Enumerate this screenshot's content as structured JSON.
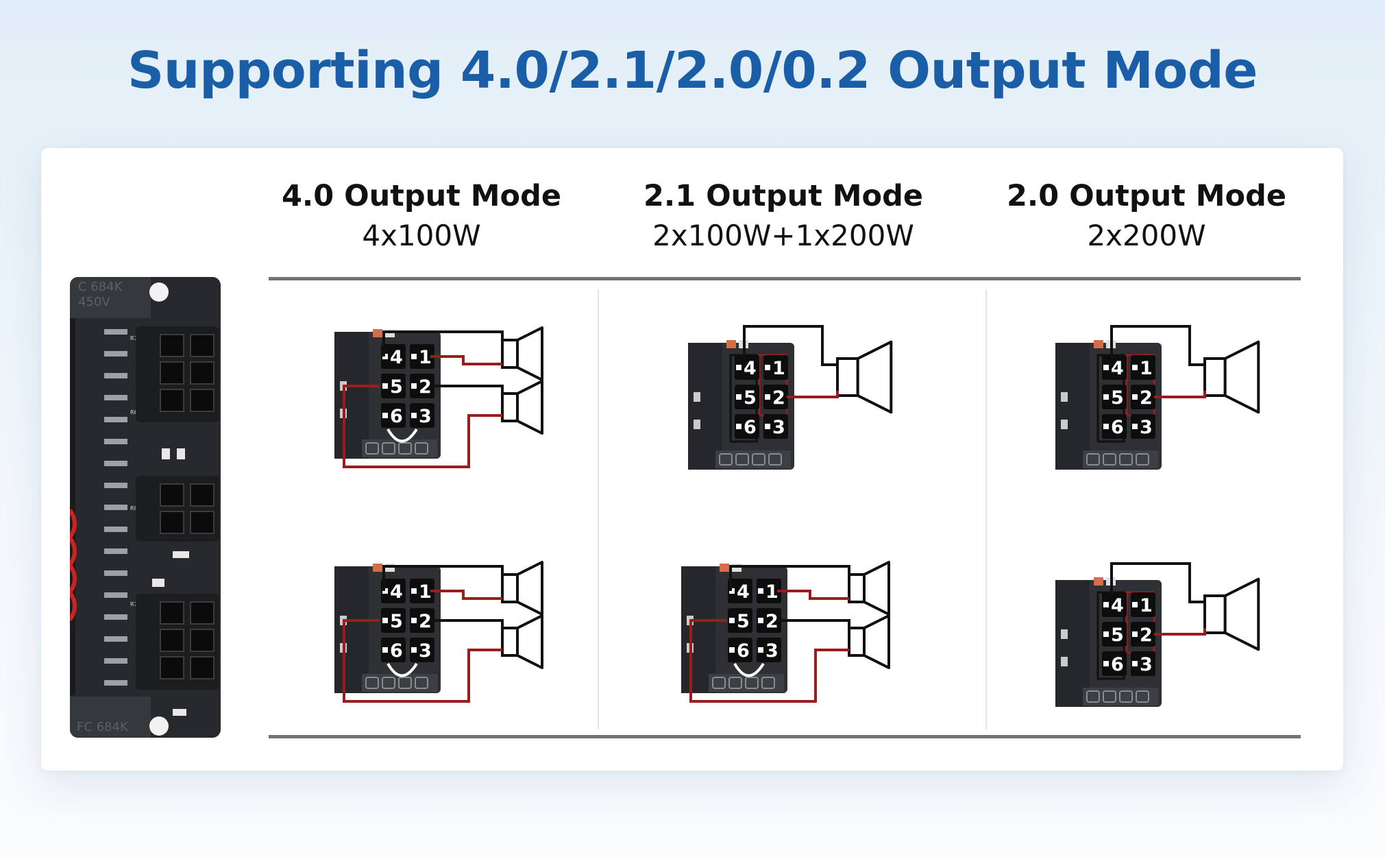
{
  "title": "Supporting 4.0/2.1/2.0/0.2 Output Mode",
  "modes": [
    {
      "name": "4.0 Output Mode",
      "power": "4x100W"
    },
    {
      "name": "2.1 Output Mode",
      "power": "2x100W+1x200W"
    },
    {
      "name": "2.0 Output Mode",
      "power": "2x200W"
    }
  ],
  "board": {
    "top_text": "C 684K",
    "top_voltage": "450V",
    "bottom_text": "FC 684K"
  },
  "pins": [
    "4",
    "1",
    "5",
    "2",
    "6",
    "3"
  ],
  "colors": {
    "title": "#1b5ea8",
    "wire_black": "#111111",
    "wire_red": "#9b1c1c",
    "connector": "#2e3033"
  }
}
